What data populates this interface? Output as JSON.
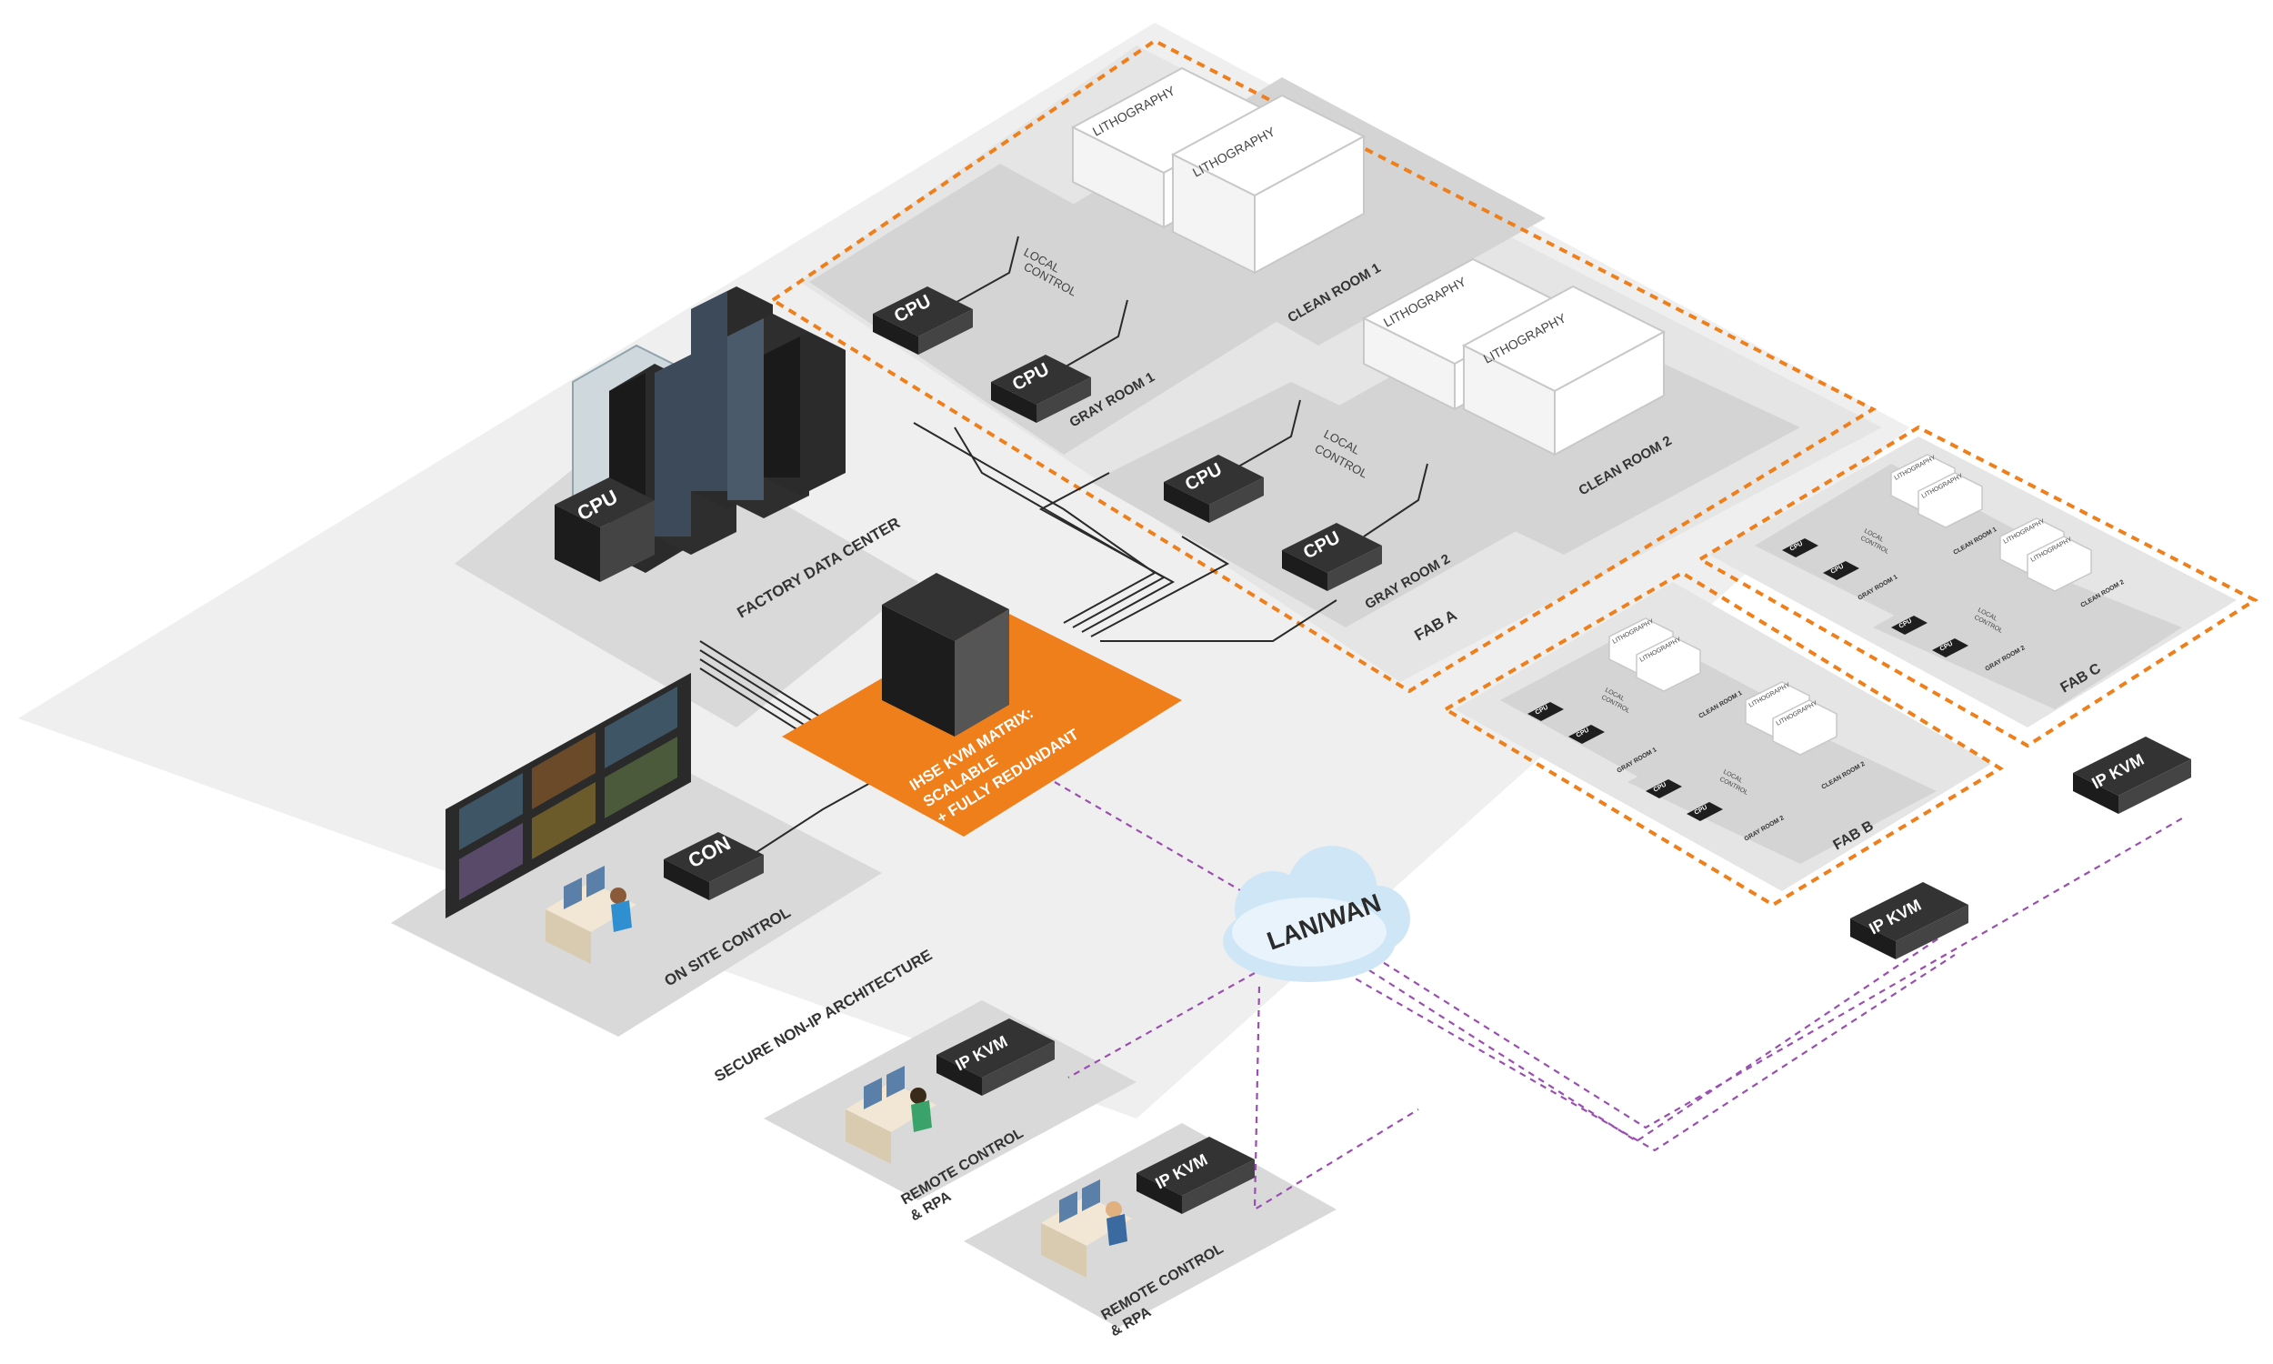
{
  "colors": {
    "accent_orange": "#ee7f1a",
    "dashed_purple": "#9a4fb0",
    "floor_light": "#efefef",
    "floor_gray": "#d9d9d9",
    "device_black": "#1e1e1e",
    "cloud_blue": "#cfe6f7"
  },
  "labels": {
    "factory_data_center": "FACTORY DATA CENTER",
    "on_site_control": "ON SITE CONTROL",
    "secure_non_ip": "SECURE NON-IP ARCHITECTURE",
    "kvm_matrix_line1": "IHSE KVM MATRIX:",
    "kvm_matrix_line2": "SCALABLE",
    "kvm_matrix_line3": "+ FULLY REDUNDANT",
    "lan_wan": "LAN/WAN",
    "remote_control_1_line1": "REMOTE CONTROL",
    "remote_control_1_line2": "& RPA",
    "remote_control_2_line1": "REMOTE CONTROL",
    "remote_control_2_line2": "& RPA",
    "cpu": "CPU",
    "con": "CON",
    "ip_kvm": "IP KVM"
  },
  "fab_a": {
    "label": "FAB A",
    "lithography": "LITHOGRAPHY",
    "clean_room_1": "CLEAN ROOM 1",
    "clean_room_2": "CLEAN ROOM 2",
    "gray_room_1": "GRAY ROOM 1",
    "gray_room_2": "GRAY ROOM 2",
    "local_control_line1": "LOCAL",
    "local_control_line2": "CONTROL"
  },
  "fab_b": {
    "label": "FAB B",
    "lithography": "LITHOGRAPHY",
    "clean_room_1": "CLEAN ROOM 1",
    "clean_room_2": "CLEAN ROOM 2",
    "gray_room_1": "GRAY ROOM 1",
    "gray_room_2": "GRAY ROOM 2",
    "local_control_line1": "LOCAL",
    "local_control_line2": "CONTROL"
  },
  "fab_c": {
    "label": "FAB C",
    "lithography": "LITHOGRAPHY",
    "clean_room_1": "CLEAN ROOM 1",
    "clean_room_2": "CLEAN ROOM 2",
    "gray_room_1": "GRAY ROOM 1",
    "gray_room_2": "GRAY ROOM 2",
    "local_control_line1": "LOCAL",
    "local_control_line2": "CONTROL"
  }
}
